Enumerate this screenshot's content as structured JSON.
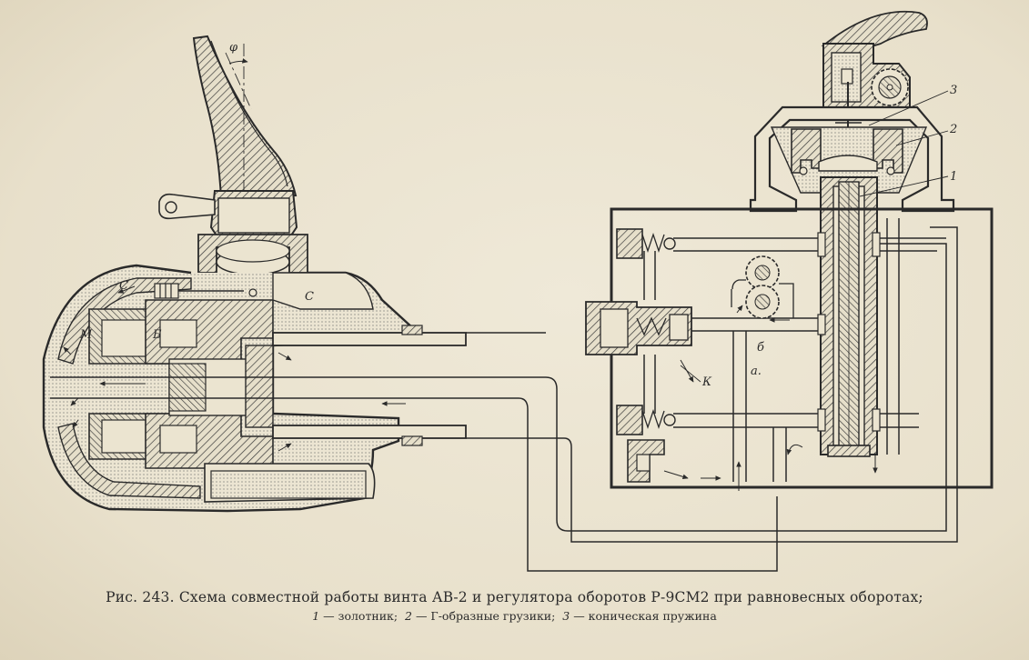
{
  "diagram": {
    "labels": {
      "phi": "φ",
      "c_left": "С",
      "c_right": "С",
      "m": "М",
      "b_left": "Б",
      "b_right": "б",
      "k": "К",
      "a": "а.",
      "n1": "1",
      "n2": "2",
      "n3": "3"
    }
  },
  "caption": {
    "main": "Рис. 243. Схема совместной работы винта АВ-2 и регулятора   оборотов  Р-9СМ2  при  равновесных  оборотах;",
    "legend": [
      {
        "num": "1",
        "text": "— золотник;"
      },
      {
        "num": "2",
        "text": "— Г-образные грузики;"
      },
      {
        "num": "3",
        "text": "— коническая пружина"
      }
    ]
  },
  "colors": {
    "paper": "#e9e2cf",
    "ink": "#2a2a2a",
    "hatch": "#3a3a3a"
  }
}
